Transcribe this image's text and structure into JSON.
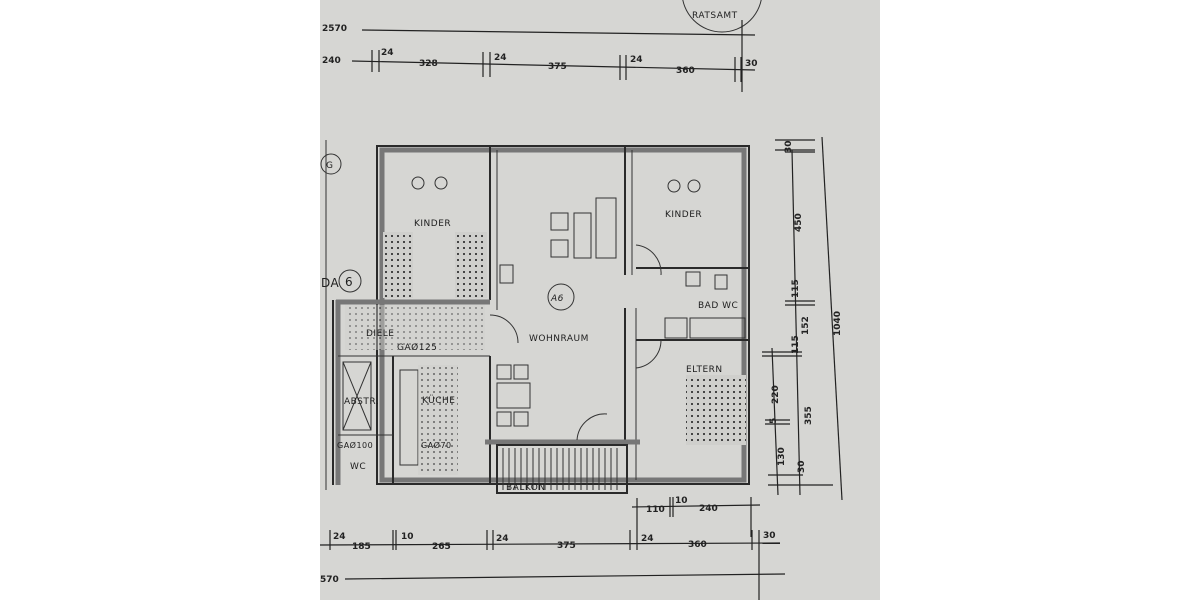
{
  "stamp": {
    "text": "RATSAMT"
  },
  "rooms": {
    "kinder_left": "KINDER",
    "kinder_right": "KINDER",
    "bad_wc": "BAD WC",
    "wohnraum": "WOHNRAUM",
    "unit_marker": "A6",
    "diele": "DIELE",
    "diele_note": "GAØ125",
    "eltern": "ELTERN",
    "abstr": "ABSTR.",
    "kueche": "KÜCHE",
    "kueche_note": "GAØ70",
    "wc_note": "GAØ100",
    "wc": "WC",
    "balkon": "BALKON",
    "stair_marker": "G",
    "entrance_label": "DA",
    "entrance_marker": "6"
  },
  "dimensions": {
    "top": {
      "total": "2570",
      "segments": [
        "240",
        "24",
        "328",
        "24",
        "375",
        "24",
        "360",
        "30"
      ]
    },
    "bottom": {
      "total": "570",
      "segments": [
        "24",
        "185",
        "10",
        "265",
        "24",
        "375",
        "24",
        "360",
        "30"
      ],
      "sub": [
        "110",
        "10",
        "240"
      ]
    },
    "right": {
      "total": "1040",
      "outer": [
        "30",
        "450",
        "115",
        "152",
        "115",
        "355",
        "30"
      ],
      "inner": [
        "220",
        "5",
        "130"
      ]
    }
  }
}
